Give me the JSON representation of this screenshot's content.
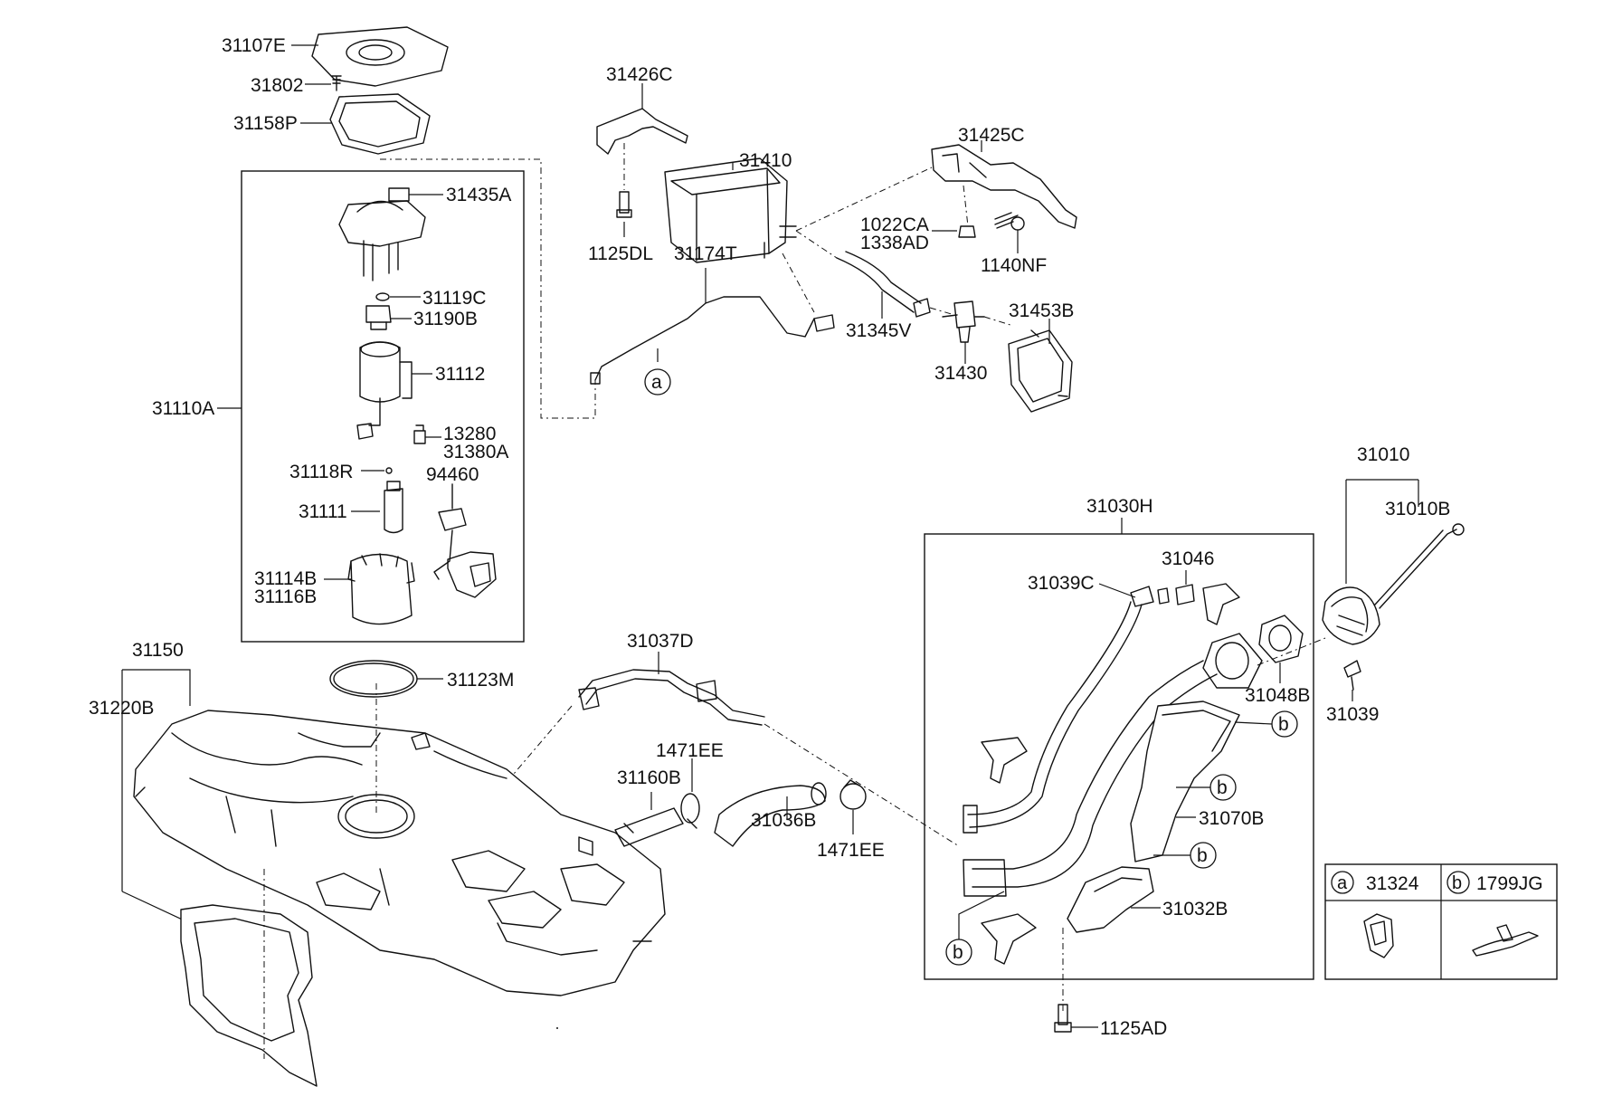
{
  "parts": {
    "p31107E": "31107E",
    "p31802": "31802",
    "p31158P": "31158P",
    "p31435A": "31435A",
    "p31119C": "31119C",
    "p31190B": "31190B",
    "p31112": "31112",
    "p31110A": "31110A",
    "p13280": "13280",
    "p31380A": "31380A",
    "p31118R": "31118R",
    "p94460": "94460",
    "p31111": "31111",
    "p31114B": "31114B",
    "p31116B": "31116B",
    "p31426C": "31426C",
    "p31410": "31410",
    "p31425C": "31425C",
    "p1125DL": "1125DL",
    "p31174T": "31174T",
    "p1022CA": "1022CA",
    "p1338AD": "1338AD",
    "p1140NF": "1140NF",
    "p31345V": "31345V",
    "p31453B": "31453B",
    "p31430": "31430",
    "p31010": "31010",
    "p31010B": "31010B",
    "p31030H": "31030H",
    "p31046": "31046",
    "p31039C": "31039C",
    "p31048B": "31048B",
    "p31039": "31039",
    "p31070B": "31070B",
    "p31032B": "31032B",
    "p1125AD": "1125AD",
    "p31150": "31150",
    "p31220B": "31220B",
    "p31123M": "31123M",
    "p31037D": "31037D",
    "p1471EE_top": "1471EE",
    "p31160B": "31160B",
    "p31036B": "31036B",
    "p1471EE_bot": "1471EE"
  },
  "callouts": {
    "a": "a",
    "b": "b"
  },
  "legend": {
    "a_letter": "a",
    "a_part": "31324",
    "b_letter": "b",
    "b_part": "1799JG"
  }
}
